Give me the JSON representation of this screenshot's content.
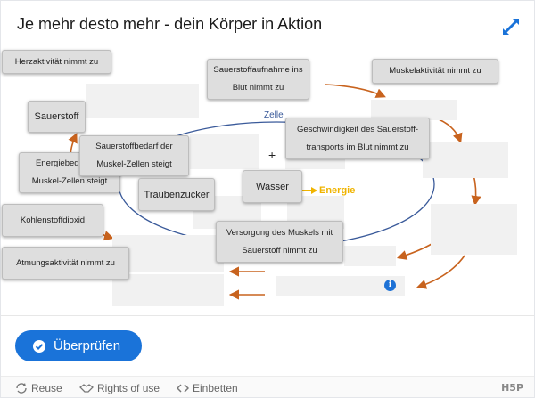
{
  "title": "Je mehr desto mehr - dein Körper in Aktion",
  "diagram": {
    "label_zelle": "Zelle",
    "label_energie": "Energie",
    "plus_sign": "+",
    "chips": {
      "herz": "Herzaktivität nimmt zu",
      "o2_aufnahme": "Sauerstoffaufnahme ins Blut nimmt zu",
      "muskel": "Muskelaktivität nimmt zu",
      "sauerstoff": "Sauerstoff",
      "o2_bedarf": "Sauerstoffbedarf der Muskel-Zellen steigt",
      "geschwindigkeit": "Geschwindigkeit des Sauerstoff-transports im Blut nimmt zu",
      "energiebedarf": "Energiebedarf der Muskel-Zellen steigt",
      "traubenzucker": "Traubenzucker",
      "wasser": "Wasser",
      "kohlendioxid": "Kohlenstoffdioxid",
      "versorgung": "Versorgung des Muskels mit Sauerstoff nimmt zu",
      "atmung": "Atmungsaktivität nimmt zu"
    }
  },
  "check_button": "Überprüfen",
  "footer": {
    "reuse": "Reuse",
    "rights": "Rights of use",
    "embed": "Einbetten",
    "logo": "H5P"
  },
  "colors": {
    "accent": "#1a73d9",
    "arrow": "#c8631e",
    "energie": "#f0b400",
    "cell": "#3a5a9a"
  }
}
